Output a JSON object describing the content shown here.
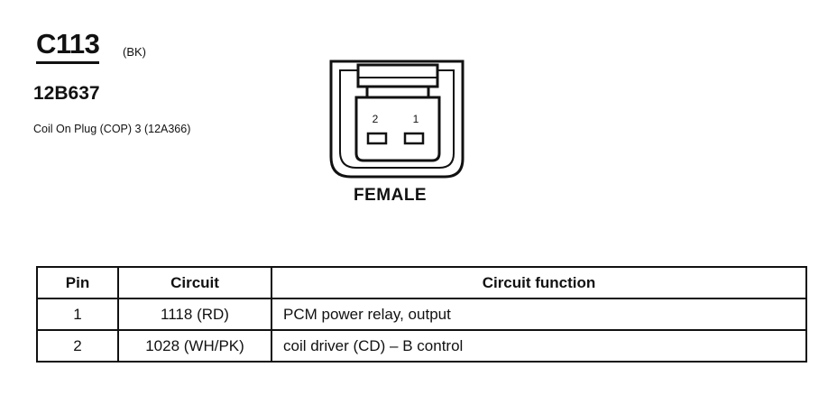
{
  "connector": {
    "id": "C113",
    "color": "(BK)",
    "part_number": "12B637",
    "description": "Coil On Plug (COP) 3 (12A366)",
    "gender": "FEMALE",
    "pin_labels": [
      "2",
      "1"
    ]
  },
  "table": {
    "headers": [
      "Pin",
      "Circuit",
      "Circuit function"
    ],
    "rows": [
      {
        "pin": "1",
        "circuit": "1118 (RD)",
        "function": "PCM power relay, output"
      },
      {
        "pin": "2",
        "circuit": "1028 (WH/PK)",
        "function": "coil driver (CD) – B control"
      }
    ]
  }
}
